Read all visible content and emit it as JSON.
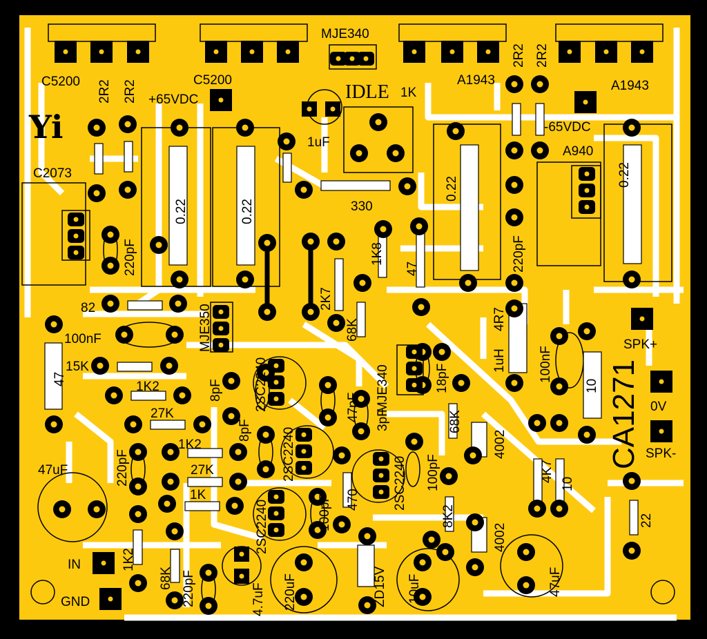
{
  "board": {
    "title": "CA1271",
    "logo": "Yi",
    "colors": {
      "copper": "#fdc90f",
      "background": "#000000",
      "clearance": "#ffffff",
      "pad": "#000000"
    }
  },
  "labels": [
    "C5200",
    "C5200",
    "MJE340",
    "A1943",
    "A1943",
    "2R2",
    "2R2",
    "+65VDC",
    "IDLE",
    "1K",
    "1uF",
    "-65VDC",
    "A940",
    "2R2",
    "2R2",
    "C2073",
    "220pF",
    "0.22",
    "0.22",
    "330",
    "1K8",
    "47",
    "0.22",
    "220pF",
    "0.22",
    "2K7",
    "68K",
    "4R7",
    "1uH",
    "100nF",
    "SPK+",
    "0V",
    "SPK-",
    "10",
    "82",
    "MJE350",
    "100nF",
    "47",
    "15K",
    "1K2",
    "2SC2240",
    "8pF",
    "27K",
    "8pF",
    "2SC2240",
    "47pF",
    "3pF",
    "MJE340",
    "18pF",
    "68K",
    "4002",
    "220pF",
    "1K2",
    "27K",
    "1K",
    "47uF",
    "2SC2240",
    "100pF",
    "470",
    "2SC2240",
    "100pF",
    "4K7",
    "10",
    "8K2",
    "4002",
    "22",
    "IN",
    "GND",
    "1K2",
    "68K",
    "220pF",
    "4.7uF",
    "220uF",
    "ZD15V",
    "10uF",
    "47uF"
  ]
}
